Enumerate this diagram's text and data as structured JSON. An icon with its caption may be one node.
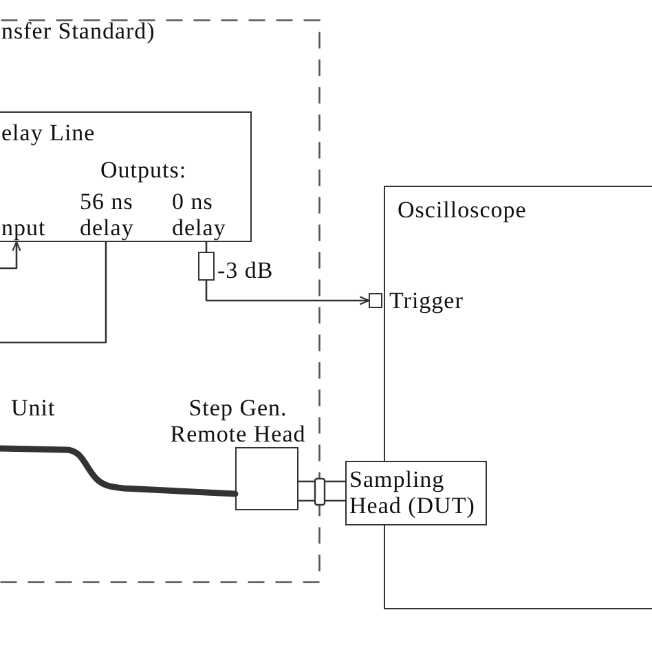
{
  "diagram": {
    "nodes": [
      {
        "text": [
          "nsfer Standard)"
        ]
      },
      {
        "text": [
          "elay Line",
          "Outputs:",
          "nput",
          "56 ns delay",
          "0 ns delay"
        ],
        "in": 0
      },
      {
        "text": [],
        "shape": "box",
        "beside": [
          "-3 dB"
        ],
        "in": 0
      },
      {
        "text": [
          "Oscilloscope"
        ]
      },
      {
        "text": [],
        "shape": "box",
        "beside": [
          "Trigger"
        ]
      },
      {
        "text": [
          "Step Gen. Remote Head"
        ],
        "in": 0
      },
      {
        "text": [
          "Sampling Head (DUT)"
        ]
      }
    ],
    "edges": [
      {
        "from": null,
        "to": 1,
        "arrow": "to"
      },
      {
        "from": 1,
        "to": null,
        "arrow": "none"
      },
      {
        "from": 1,
        "to": 2,
        "arrow": "none"
      },
      {
        "from": 2,
        "to": 4,
        "arrow": "to"
      },
      {
        "from": null,
        "to": 5,
        "arrow": "none",
        "style": "thick"
      },
      {
        "from": 5,
        "to": 6,
        "arrow": "none"
      }
    ],
    "labels": [
      "Unit"
    ]
  }
}
